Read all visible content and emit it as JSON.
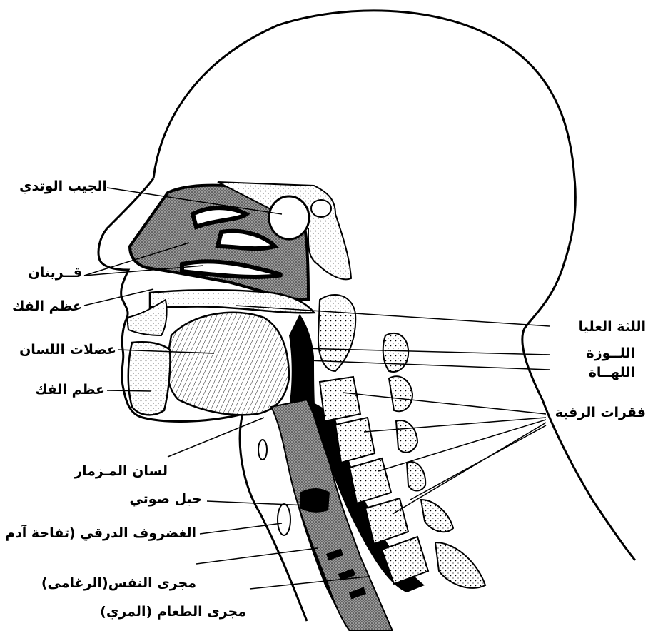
{
  "labels": {
    "sphenoid_sinus": "الجيب الوتدي",
    "turbinates": "قــرينان",
    "jaw_bone_upper": "عظم الفك",
    "tongue_muscles": "عضلات اللسان",
    "jaw_bone_lower": "عظم الفك",
    "epiglottis": "لسان المـزمار",
    "vocal_cord": "حبل صوتي",
    "thyroid_cartilage": "الغضروف الدرقي (تفاحة آدم )",
    "windpipe": "مجرى النفس(الرغامى)",
    "food_pipe": "مجرى الطعام (المري)",
    "upper_gum": "اللثة العليا",
    "tonsil": "اللــوزة",
    "uvula": "اللهــاة",
    "neck_vertebrae": "فقرات الرقبة"
  },
  "colors": {
    "ink": "#000000",
    "paper": "#ffffff",
    "stipple": "#8a8a8a"
  }
}
